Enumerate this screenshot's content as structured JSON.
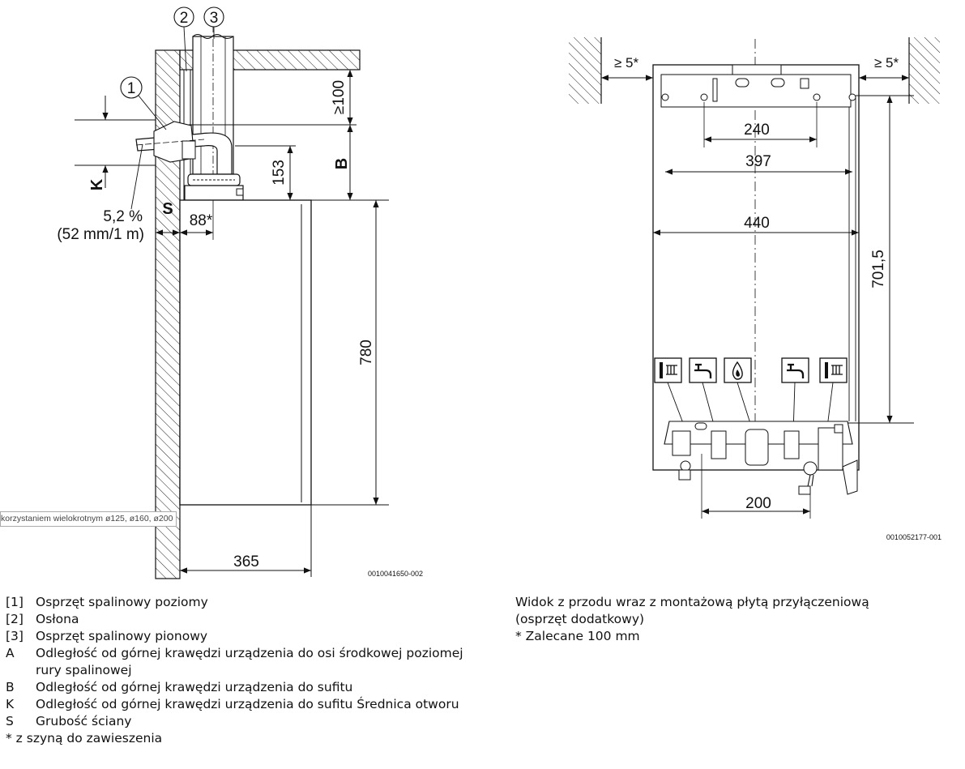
{
  "left_figure": {
    "callouts": [
      "1",
      "2",
      "3"
    ],
    "dim_100": "≥100",
    "dim_153": "153",
    "dim_B": "B",
    "dim_K": "K",
    "dim_S": "S",
    "dim_88": "88*",
    "slope_value": "5,2 %",
    "slope_ratio": "(52 mm/1 m)",
    "dim_780": "780",
    "dim_365": "365",
    "figure_code": "0010041650-002",
    "tooltip": "korzystaniem wielokrotnym ø125, ø160, ø200"
  },
  "right_figure": {
    "gap_left": "≥ 5*",
    "gap_right": "≥ 5*",
    "dim_240": "240",
    "dim_397": "397",
    "dim_440": "440",
    "dim_701": "701,5",
    "dim_200": "200",
    "figure_code": "0010052177-001",
    "connection_icons": [
      "radiator-flow-icon",
      "hot-water-icon",
      "gas-flame-icon",
      "cold-water-icon",
      "radiator-return-icon"
    ]
  },
  "legend": [
    {
      "key": "[1]",
      "text": "Osprzęt spalinowy poziomy"
    },
    {
      "key": "[2]",
      "text": "Osłona"
    },
    {
      "key": "[3]",
      "text": "Osprzęt spalinowy pionowy"
    },
    {
      "key": "A",
      "text": "Odległość od górnej krawędzi urządzenia do osi środkowej poziomej rury spalinowej"
    },
    {
      "key": "B",
      "text": "Odległość od górnej krawędzi urządzenia do sufitu"
    },
    {
      "key": "K",
      "text": "Odległość od górnej krawędzi urządzenia do sufitu Średnica otworu"
    },
    {
      "key": "S",
      "text": "Grubość ściany"
    }
  ],
  "legend_footnote": "* z szyną do zawieszenia",
  "right_caption": {
    "line1": "Widok z przodu wraz z montażową płytą przyłączeniową",
    "line2": "(osprzęt dodatkowy)",
    "note": "* Zalecane 100 mm"
  }
}
